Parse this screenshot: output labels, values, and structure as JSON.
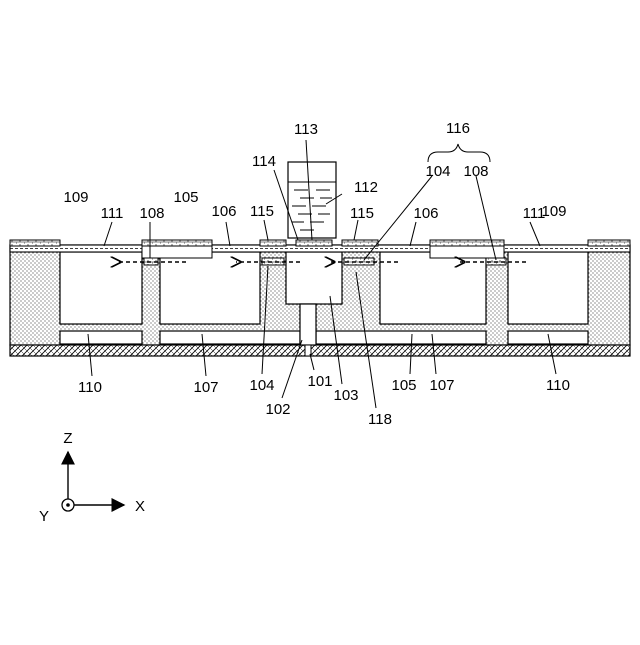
{
  "labels": {
    "n101": "101",
    "n102": "102",
    "n103": "103",
    "n104_left": "104",
    "n104_right": "104",
    "n105_left": "105",
    "n105_right": "105",
    "n106_left": "106",
    "n106_right": "106",
    "n107_left": "107",
    "n107_right": "107",
    "n108_left": "108",
    "n108_right": "108",
    "n109_left": "109",
    "n109_right": "109",
    "n110_left": "110",
    "n110_right": "110",
    "n111_left": "111",
    "n111_right": "111",
    "n112": "112",
    "n113": "113",
    "n114": "114",
    "n115_left": "115",
    "n115_right": "115",
    "n116": "116",
    "n118": "118"
  },
  "axes": {
    "z": "Z",
    "x": "X",
    "y": "Y"
  }
}
